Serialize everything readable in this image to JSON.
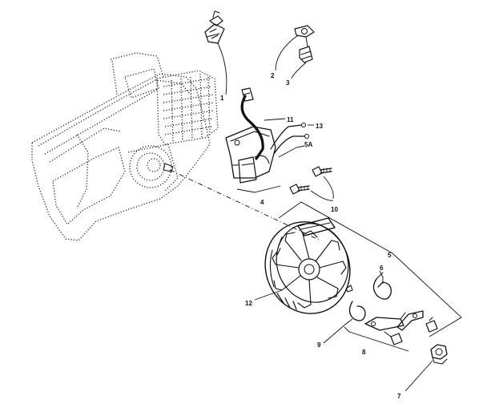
{
  "diagram": {
    "callouts": [
      {
        "id": "1",
        "text": "1"
      },
      {
        "id": "2",
        "text": "2"
      },
      {
        "id": "3",
        "text": "3"
      },
      {
        "id": "4",
        "text": "4"
      },
      {
        "id": "5",
        "text": "5"
      },
      {
        "id": "5A",
        "text": "5A"
      },
      {
        "id": "6",
        "text": "6"
      },
      {
        "id": "7",
        "text": "7"
      },
      {
        "id": "8",
        "text": "8"
      },
      {
        "id": "9",
        "text": "9"
      },
      {
        "id": "10",
        "text": "10"
      },
      {
        "id": "11",
        "text": "11"
      },
      {
        "id": "12",
        "text": "12"
      },
      {
        "id": "13",
        "text": "13"
      }
    ]
  }
}
